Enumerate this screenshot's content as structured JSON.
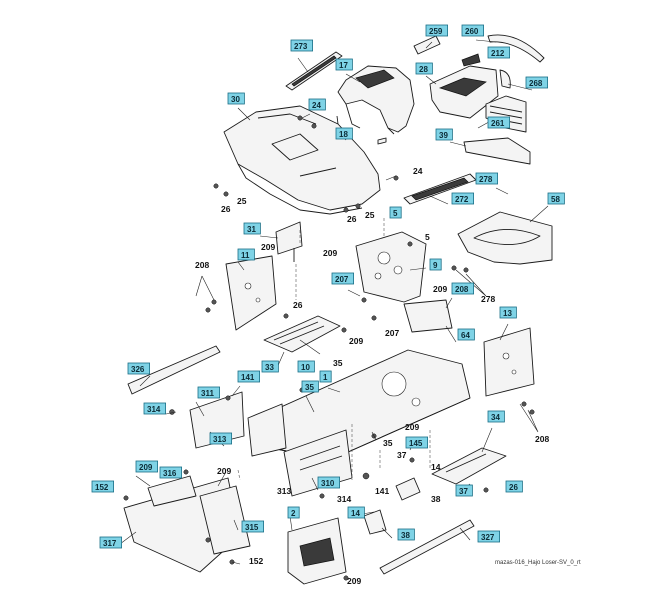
{
  "footer_text": "mazas-016_Hajo Loser-SV_0_rt",
  "callouts": [
    {
      "id": "c273",
      "text": "273",
      "boxed": true
    },
    {
      "id": "c17",
      "text": "17",
      "boxed": true
    },
    {
      "id": "c259",
      "text": "259",
      "boxed": true
    },
    {
      "id": "c260",
      "text": "260",
      "boxed": true
    },
    {
      "id": "c212",
      "text": "212",
      "boxed": true
    },
    {
      "id": "c28",
      "text": "28",
      "boxed": true
    },
    {
      "id": "c268",
      "text": "268",
      "boxed": true
    },
    {
      "id": "c30",
      "text": "30",
      "boxed": true
    },
    {
      "id": "c24a",
      "text": "24",
      "boxed": true
    },
    {
      "id": "c261",
      "text": "261",
      "boxed": true
    },
    {
      "id": "c18",
      "text": "18",
      "boxed": true
    },
    {
      "id": "c39",
      "text": "39",
      "boxed": true
    },
    {
      "id": "c24b",
      "text": "24",
      "boxed": false
    },
    {
      "id": "c26a",
      "text": "26",
      "boxed": false
    },
    {
      "id": "c25a",
      "text": "25",
      "boxed": false
    },
    {
      "id": "c278a",
      "text": "278",
      "boxed": true
    },
    {
      "id": "c25b",
      "text": "25",
      "boxed": false
    },
    {
      "id": "c26b",
      "text": "26",
      "boxed": false
    },
    {
      "id": "c272",
      "text": "272",
      "boxed": true
    },
    {
      "id": "c5a",
      "text": "5",
      "boxed": true
    },
    {
      "id": "c58",
      "text": "58",
      "boxed": true
    },
    {
      "id": "c31",
      "text": "31",
      "boxed": true
    },
    {
      "id": "c209a",
      "text": "209",
      "boxed": false
    },
    {
      "id": "c5b",
      "text": "5",
      "boxed": false
    },
    {
      "id": "c209b",
      "text": "209",
      "boxed": false
    },
    {
      "id": "c11",
      "text": "11",
      "boxed": true
    },
    {
      "id": "c208a",
      "text": "208",
      "boxed": false
    },
    {
      "id": "c9",
      "text": "9",
      "boxed": true
    },
    {
      "id": "c278b",
      "text": "278",
      "boxed": false
    },
    {
      "id": "c207a",
      "text": "207",
      "boxed": true
    },
    {
      "id": "c209c",
      "text": "209",
      "boxed": false
    },
    {
      "id": "c208b",
      "text": "208",
      "boxed": true
    },
    {
      "id": "c26c",
      "text": "26",
      "boxed": false
    },
    {
      "id": "c209d",
      "text": "209",
      "boxed": false
    },
    {
      "id": "c207b",
      "text": "207",
      "boxed": false
    },
    {
      "id": "c13",
      "text": "13",
      "boxed": true
    },
    {
      "id": "c64",
      "text": "64",
      "boxed": true
    },
    {
      "id": "c35a",
      "text": "35",
      "boxed": false
    },
    {
      "id": "c326",
      "text": "326",
      "boxed": true
    },
    {
      "id": "c33",
      "text": "33",
      "boxed": true
    },
    {
      "id": "c10",
      "text": "10",
      "boxed": true
    },
    {
      "id": "c141a",
      "text": "141",
      "boxed": true
    },
    {
      "id": "c1",
      "text": "1",
      "boxed": true
    },
    {
      "id": "c311",
      "text": "311",
      "boxed": true
    },
    {
      "id": "c35b",
      "text": "35",
      "boxed": true
    },
    {
      "id": "c314a",
      "text": "314",
      "boxed": true
    },
    {
      "id": "c208c",
      "text": "208",
      "boxed": false
    },
    {
      "id": "c34",
      "text": "34",
      "boxed": true
    },
    {
      "id": "c313a",
      "text": "313",
      "boxed": true
    },
    {
      "id": "c35c",
      "text": "35",
      "boxed": false
    },
    {
      "id": "c209e",
      "text": "209",
      "boxed": false
    },
    {
      "id": "c37a",
      "text": "37",
      "boxed": false
    },
    {
      "id": "c145",
      "text": "145",
      "boxed": true
    },
    {
      "id": "c209f",
      "text": "209",
      "boxed": true
    },
    {
      "id": "c316",
      "text": "316",
      "boxed": true
    },
    {
      "id": "c209g",
      "text": "209",
      "boxed": false
    },
    {
      "id": "c14a",
      "text": "14",
      "boxed": false
    },
    {
      "id": "c152a",
      "text": "152",
      "boxed": true
    },
    {
      "id": "c313b",
      "text": "313",
      "boxed": false
    },
    {
      "id": "c310",
      "text": "310",
      "boxed": true
    },
    {
      "id": "c141b",
      "text": "141",
      "boxed": false
    },
    {
      "id": "c37b",
      "text": "37",
      "boxed": true
    },
    {
      "id": "c26d",
      "text": "26",
      "boxed": true
    },
    {
      "id": "c314b",
      "text": "314",
      "boxed": false
    },
    {
      "id": "c38a",
      "text": "38",
      "boxed": false
    },
    {
      "id": "c2",
      "text": "2",
      "boxed": true
    },
    {
      "id": "c14b",
      "text": "14",
      "boxed": true
    },
    {
      "id": "c315",
      "text": "315",
      "boxed": true
    },
    {
      "id": "c317",
      "text": "317",
      "boxed": true
    },
    {
      "id": "c38b",
      "text": "38",
      "boxed": true
    },
    {
      "id": "c327",
      "text": "327",
      "boxed": true
    },
    {
      "id": "c152b",
      "text": "152",
      "boxed": false
    },
    {
      "id": "c209h",
      "text": "209",
      "boxed": false
    }
  ]
}
